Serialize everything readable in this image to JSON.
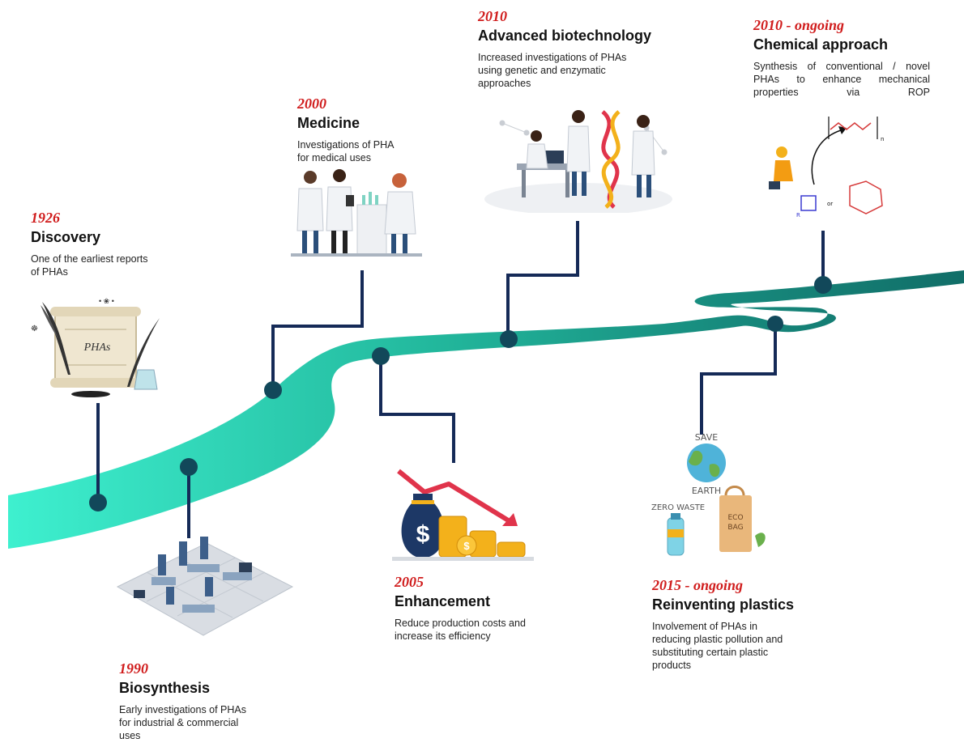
{
  "milestones": [
    {
      "year": "1926",
      "title": "Discovery",
      "lines": [
        "One of the earliest reports",
        "of PHAs"
      ]
    },
    {
      "year": "1990",
      "title": "Biosynthesis",
      "lines": [
        "Early investigations of PHAs",
        "for industrial & commercial",
        "uses"
      ]
    },
    {
      "year": "2000",
      "title": "Medicine",
      "lines": [
        "Investigations of PHA",
        "for medical uses"
      ]
    },
    {
      "year": "2005",
      "title": "Enhancement",
      "lines": [
        "Reduce production costs and",
        "increase its efficiency"
      ]
    },
    {
      "year": "2010",
      "title": "Advanced biotechnology",
      "lines": [
        "Increased investigations of PHAs",
        "using genetic and enzymatic",
        "approaches"
      ]
    },
    {
      "year": "2015 - ongoing",
      "title": "Reinventing plastics",
      "lines": [
        "Involvement of PHAs in",
        "reducing plastic pollution and",
        "substituting certain plastic",
        "products"
      ]
    },
    {
      "year": "2010 - ongoing",
      "title": "Chemical approach",
      "lines": [
        "Synthesis of conventional / novel",
        "PHAs to enhance mechanical",
        "properties via ROP"
      ]
    }
  ],
  "illustrations": {
    "scroll_text": "PHAs",
    "save_earth_top": "SAVE",
    "save_earth_bottom": "EARTH",
    "zero_waste": "ZERO WASTE",
    "eco_bag_line1": "ECO",
    "eco_bag_line2": "BAG",
    "chem_or": "or",
    "chem_r": "R",
    "chem_n": "n"
  },
  "colors": {
    "road_start": "#3ef0cf",
    "road_end": "#116e68",
    "connector": "#152a57",
    "node": "#12485a",
    "year": "#d01c1c"
  }
}
